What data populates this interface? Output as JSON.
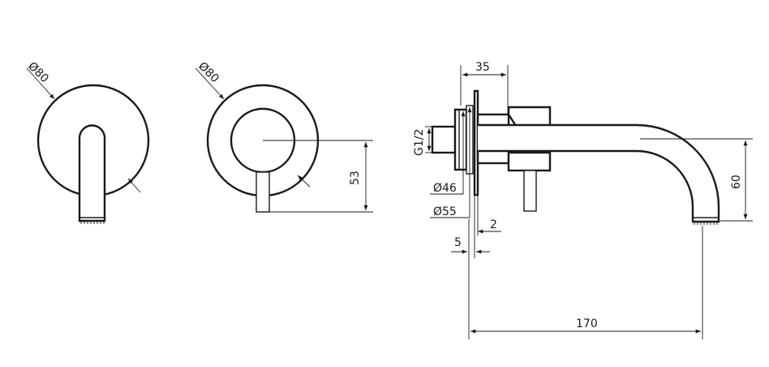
{
  "drawing": {
    "front_view_diameter": "Ø80",
    "handle_view_diameter": "Ø80",
    "handle_height": "53",
    "body_depth": "35",
    "thread_size": "G1/2",
    "flange_inner_diameter": "Ø46",
    "flange_outer_diameter": "Ø55",
    "plate_thickness": "2",
    "wall_gap": "5",
    "spout_drop": "60",
    "spout_length": "170"
  }
}
